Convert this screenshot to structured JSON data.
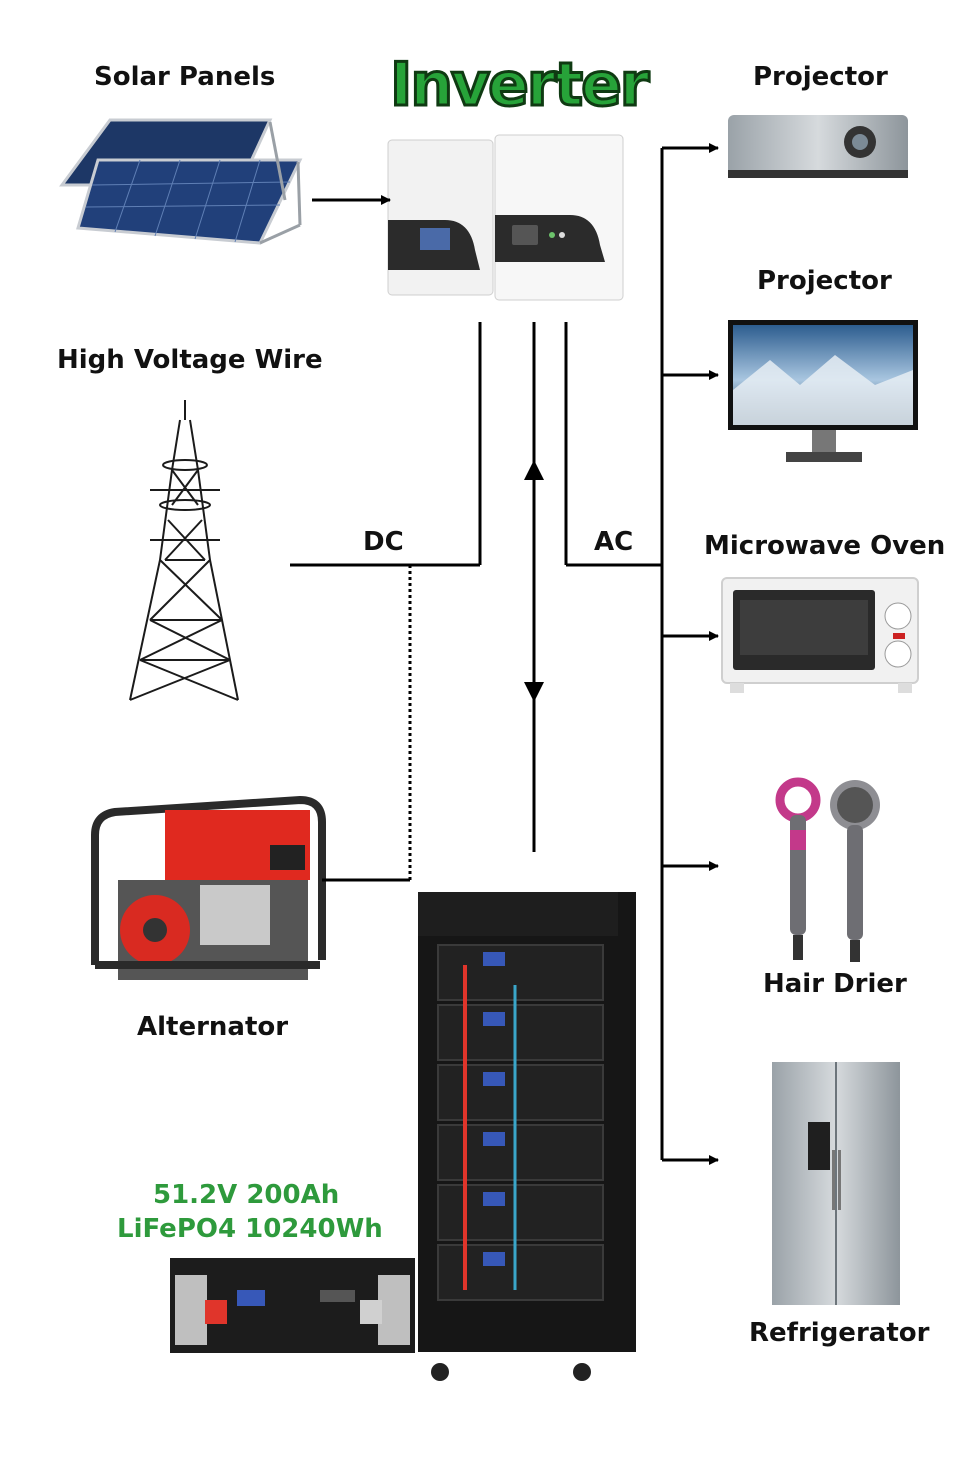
{
  "title": "Inverter",
  "sources": {
    "solar": "Solar Panels",
    "grid": "High Voltage Wire",
    "generator": "Alternator"
  },
  "lines": {
    "dc": "DC",
    "ac": "AC"
  },
  "loads": {
    "projector": "Projector",
    "monitor": "Projector",
    "oven": "Microwave Oven",
    "hairdryer": "Hair Drier",
    "fridge": "Refrigerator"
  },
  "battery": {
    "spec_line1": "51.2V 200Ah",
    "spec_line2": "LiFePO4 10240Wh"
  },
  "colors": {
    "accent_green": "#27a339",
    "spec_green": "#2e9a3c",
    "wire": "#000000"
  }
}
